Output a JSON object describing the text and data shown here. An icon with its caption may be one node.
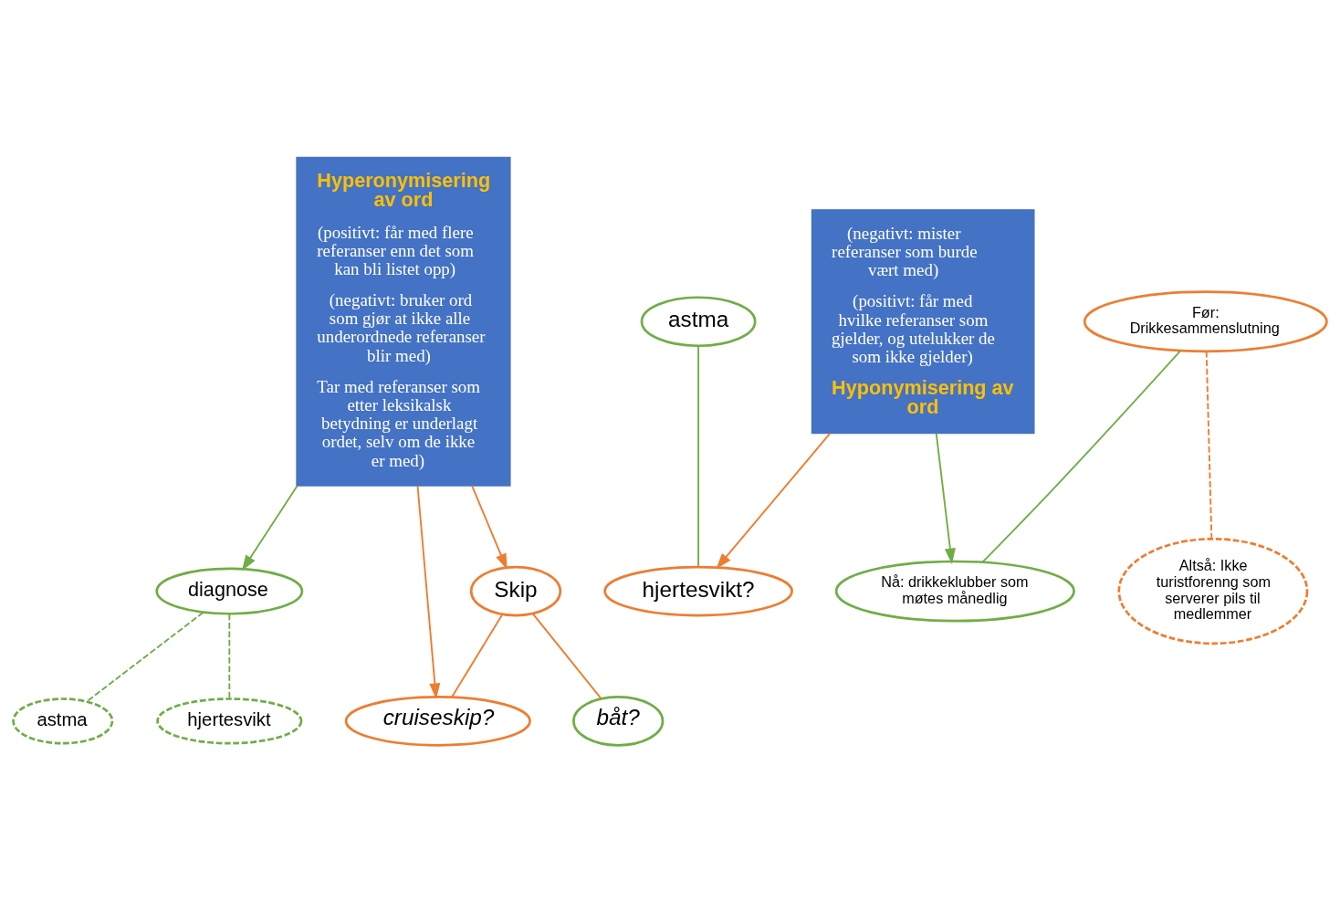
{
  "diagram": {
    "nodes": [
      {
        "text": [
          "Hyperonymisering av ord",
          "(positivt: får med flere referanser enn det som kan bli listet opp)",
          "(negativt: bruker ord som gjør at ikke alle underordnede referanser blir med)",
          "Tar med referanser som etter leksikalsk betydning er underlagt ordet, selv om de ikke er med)"
        ]
      },
      {
        "text": [
          "diagnose"
        ]
      },
      {
        "text": [
          "astma"
        ]
      },
      {
        "text": [
          "hjertesvikt"
        ]
      },
      {
        "text": [
          "astma"
        ]
      },
      {
        "text": [
          "hjertesvikt?"
        ]
      },
      {
        "text": [
          "Før: Drikkesammenslutning"
        ]
      },
      {
        "text": [
          "Altså: Ikke turistforenng som serverer pils til medlemmer"
        ]
      },
      {
        "text": [
          "Nå: drikkeklubber som møtes månedlig"
        ]
      },
      {
        "text": [
          "Skip"
        ]
      },
      {
        "text": [
          "cruiseskip?"
        ]
      },
      {
        "text": [
          "båt?"
        ]
      },
      {
        "text": [
          "(negativt: mister referanser som burde vært med)",
          "(positivt: får med hvilke referanser som gjelder, og utelukker de som ikke gjelder)",
          "Hyponymisering av ord"
        ]
      }
    ],
    "edges": [
      {
        "from": 0,
        "to": 1,
        "arrow": "to",
        "color": "#70ad47"
      },
      {
        "from": 1,
        "to": 2,
        "arrow": "none",
        "style": "dashed",
        "color": "#70ad47"
      },
      {
        "from": 1,
        "to": 3,
        "arrow": "none",
        "style": "dashed",
        "color": "#70ad47"
      },
      {
        "from": 4,
        "to": 5,
        "arrow": "none",
        "color": "#70ad47"
      },
      {
        "from": 12,
        "to": 5,
        "arrow": "to",
        "color": "#ed7d31"
      },
      {
        "from": 6,
        "to": 7,
        "arrow": "none",
        "style": "dashed",
        "color": "#ed7d31"
      },
      {
        "from": 6,
        "to": 8,
        "arrow": "none",
        "color": "#70ad47"
      },
      {
        "from": 12,
        "to": 8,
        "arrow": "to",
        "color": "#70ad47"
      },
      {
        "from": 0,
        "to": 9,
        "arrow": "to",
        "color": "#ed7d31"
      },
      {
        "from": 0,
        "to": 10,
        "arrow": "to",
        "color": "#ed7d31"
      },
      {
        "from": 9,
        "to": 10,
        "arrow": "none",
        "color": "#ed7d31"
      },
      {
        "from": 9,
        "to": 11,
        "arrow": "none",
        "color": "#ed7d31"
      }
    ]
  }
}
